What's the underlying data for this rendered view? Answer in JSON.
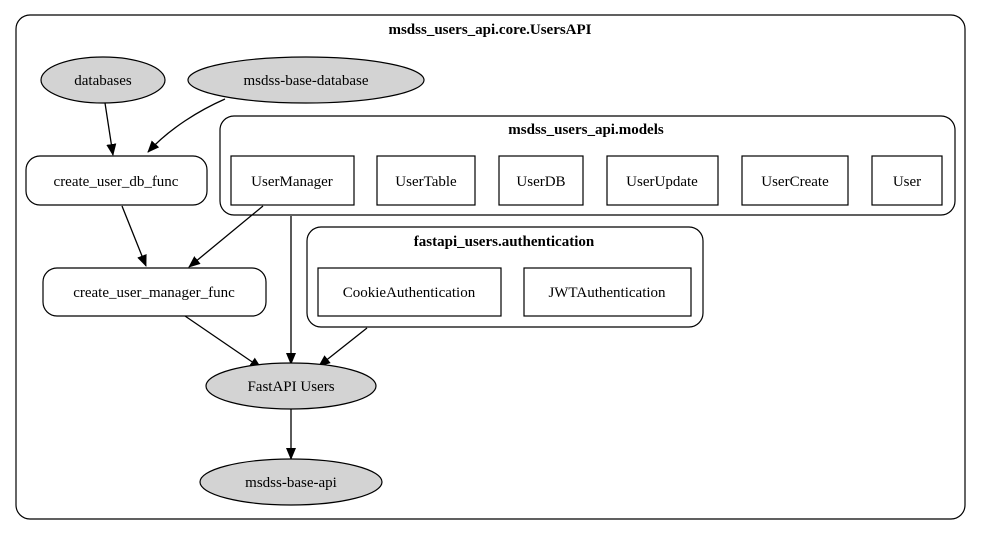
{
  "colors": {
    "ellipse_fill": "#d3d3d3",
    "box_fill": "#ffffff",
    "stroke": "#000000"
  },
  "clusters": {
    "outer": {
      "title": "msdss_users_api.core.UsersAPI"
    },
    "models": {
      "title": "msdss_users_api.models"
    },
    "auth": {
      "title": "fastapi_users.authentication"
    }
  },
  "nodes": {
    "databases": "databases",
    "base_database": "msdss-base-database",
    "create_user_db_func": "create_user_db_func",
    "create_user_manager_func": "create_user_manager_func",
    "user_manager": "UserManager",
    "user_table": "UserTable",
    "user_db": "UserDB",
    "user_update": "UserUpdate",
    "user_create": "UserCreate",
    "user": "User",
    "cookie_auth": "CookieAuthentication",
    "jwt_auth": "JWTAuthentication",
    "fastapi_users": "FastAPI Users",
    "base_api": "msdss-base-api"
  }
}
